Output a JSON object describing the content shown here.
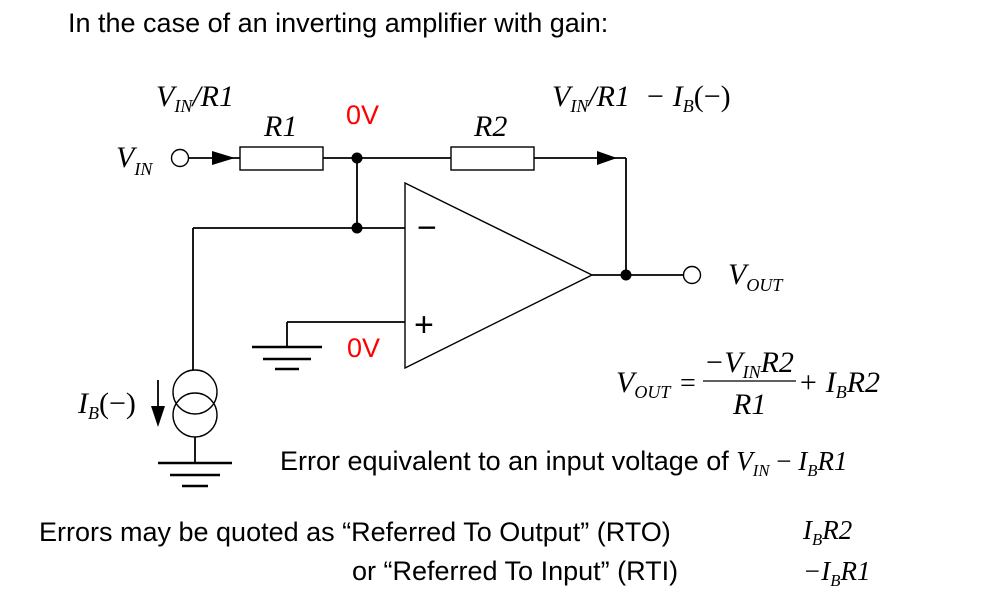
{
  "title": "In the case of an inverting amplifier with gain:",
  "diagram": {
    "labels": {
      "vin_current": {
        "main": "V",
        "sub": "IN",
        "rest": "/R1"
      },
      "r1": "R1",
      "r2": "R2",
      "node_voltage_top": "0V",
      "node_voltage_bottom": "0V",
      "feedback_current": {
        "main": "V",
        "sub": "IN",
        "rest": "/R1  − I",
        "sub2": "B",
        "tail": "(−)"
      },
      "vin": {
        "main": "V",
        "sub": "IN"
      },
      "vout": {
        "main": "V",
        "sub": "OUT"
      },
      "bias_current": {
        "main": "I",
        "sub": "B",
        "tail": "(−)"
      },
      "opamp_minus": "−",
      "opamp_plus": "+"
    },
    "accent_color": "#ff0000"
  },
  "equation": {
    "lhs": {
      "main": "V",
      "sub": "OUT"
    },
    "eq": "=",
    "numerator": {
      "pre": "−V",
      "sub": "IN",
      "post": "R2"
    },
    "denominator": "R1",
    "plus_term": {
      "pre": "+ I",
      "sub": "B",
      "post": "R2"
    }
  },
  "error_line": {
    "text": "Error equivalent to an input voltage of ",
    "math": {
      "v": "V",
      "vsub": "IN",
      "minus": " − ",
      "i": "I",
      "isub": "B",
      "r": "R1"
    }
  },
  "rto_line": {
    "text": "Errors may be quoted as “Referred To Output” (RTO)",
    "math": {
      "i": "I",
      "isub": "B",
      "r": "R2"
    }
  },
  "rti_line": {
    "text": "or “Referred To Input” (RTI)",
    "math": {
      "pre": "−I",
      "isub": "B",
      "r": "R1"
    }
  }
}
